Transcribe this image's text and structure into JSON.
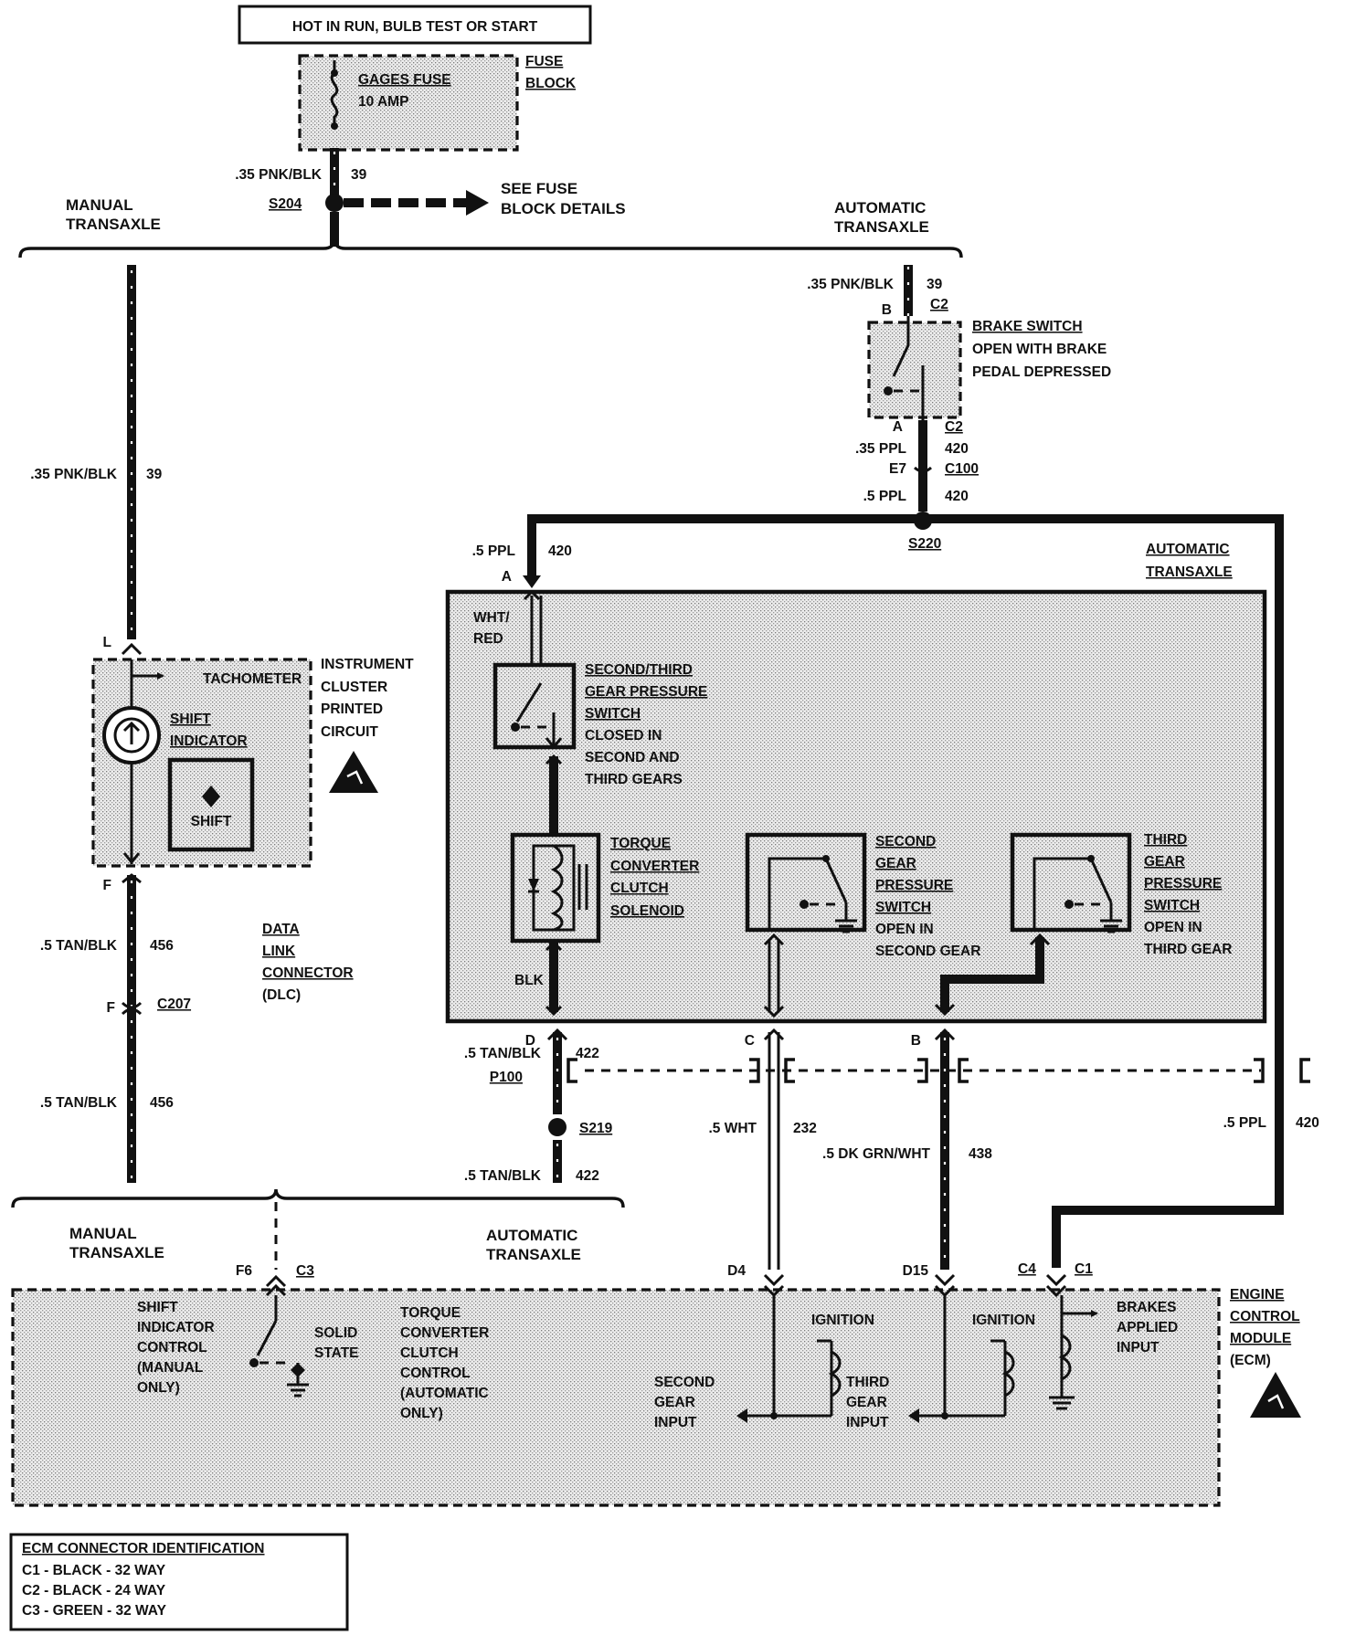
{
  "power": {
    "header": "HOT IN RUN, BULB TEST OR START",
    "fuse_name": "GAGES FUSE",
    "fuse_rating": "10 AMP",
    "fuse_block_line1": "FUSE",
    "fuse_block_line2": "BLOCK",
    "wire_top": ".35 PNK/BLK",
    "wire_top_circuit": "39",
    "splice": "S204",
    "see_details_line1": "SEE FUSE",
    "see_details_line2": "BLOCK DETAILS"
  },
  "branches": {
    "manual_top_1": "MANUAL",
    "manual_top_2": "TRANSAXLE",
    "auto_top_1": "AUTOMATIC",
    "auto_top_2": "TRANSAXLE",
    "manual_bottom_1": "MANUAL",
    "manual_bottom_2": "TRANSAXLE",
    "auto_bottom_1": "AUTOMATIC",
    "auto_bottom_2": "TRANSAXLE"
  },
  "brake": {
    "wire_in": ".35 PNK/BLK",
    "wire_in_circuit": "39",
    "pin_b": "B",
    "conn_b": "C2",
    "title": "BRAKE SWITCH",
    "desc1": "OPEN WITH BRAKE",
    "desc2": "PEDAL DEPRESSED",
    "pin_a": "A",
    "conn_a": "C2",
    "wire_out": ".35 PPL",
    "wire_out_circuit": "420",
    "pin_e7": "E7",
    "conn_c100": "C100",
    "wire_out2": ".5 PPL",
    "wire_out2_circuit": "420",
    "splice": "S220"
  },
  "cluster": {
    "wire_top": ".35 PNK/BLK",
    "wire_top_circuit": "39",
    "pin_l": "L",
    "tachometer": "TACHOMETER",
    "title1": "INSTRUMENT",
    "title2": "CLUSTER",
    "title3": "PRINTED",
    "title4": "CIRCUIT",
    "shift_label1": "SHIFT",
    "shift_label2": "INDICATOR",
    "shift_lamp": "SHIFT",
    "pin_f": "F"
  },
  "dlc": {
    "wire1": ".5 TAN/BLK",
    "wire1_circuit": "456",
    "label1": "DATA",
    "label2": "LINK",
    "label3": "CONNECTOR",
    "label4": "(DLC)",
    "pin_f": "F",
    "conn": "C207",
    "wire2": ".5 TAN/BLK",
    "wire2_circuit": "456"
  },
  "auto_transaxle": {
    "title1": "AUTOMATIC",
    "title2": "TRANSAXLE",
    "wire_in": ".5 PPL",
    "wire_in_circuit": "420",
    "pin_a": "A",
    "wht_red1": "WHT/",
    "wht_red2": "RED",
    "sw23_1": "SECOND/THIRD",
    "sw23_2": "GEAR PRESSURE",
    "sw23_3": "SWITCH",
    "sw23_4": "CLOSED IN",
    "sw23_5": "SECOND AND",
    "sw23_6": "THIRD GEARS",
    "tcc1": "TORQUE",
    "tcc2": "CONVERTER",
    "tcc3": "CLUTCH",
    "tcc4": "SOLENOID",
    "blk": "BLK",
    "sw2_1": "SECOND",
    "sw2_2": "GEAR",
    "sw2_3": "PRESSURE",
    "sw2_4": "SWITCH",
    "sw2_5": "OPEN IN",
    "sw2_6": "SECOND GEAR",
    "sw3_1": "THIRD",
    "sw3_2": "GEAR",
    "sw3_3": "PRESSURE",
    "sw3_4": "SWITCH",
    "sw3_5": "OPEN IN",
    "sw3_6": "THIRD GEAR",
    "pin_d": "D",
    "pin_c": "C",
    "pin_b": "B"
  },
  "lower_wires": {
    "tcc_wire": ".5 TAN/BLK",
    "tcc_circuit": "422",
    "p100": "P100",
    "splice": "S219",
    "tcc_wire2": ".5 TAN/BLK",
    "tcc_circuit2": "422",
    "wht": ".5 WHT",
    "wht_circuit": "232",
    "dkgrn": ".5 DK GRN/WHT",
    "dkgrn_circuit": "438",
    "ppl": ".5 PPL",
    "ppl_circuit": "420"
  },
  "ecm": {
    "pin_f6": "F6",
    "conn_c3": "C3",
    "pin_d4": "D4",
    "pin_d15": "D15",
    "conn_c4": "C4",
    "conn_c1": "C1",
    "shift1": "SHIFT",
    "shift2": "INDICATOR",
    "shift3": "CONTROL",
    "shift4": "(MANUAL",
    "shift5": "ONLY)",
    "solid1": "SOLID",
    "solid2": "STATE",
    "tcc1": "TORQUE",
    "tcc2": "CONVERTER",
    "tcc3": "CLUTCH",
    "tcc4": "CONTROL",
    "tcc5": "(AUTOMATIC",
    "tcc6": "ONLY)",
    "ign1": "IGNITION",
    "ign2": "IGNITION",
    "second1": "SECOND",
    "second2": "GEAR",
    "second3": "INPUT",
    "third1": "THIRD",
    "third2": "GEAR",
    "third3": "INPUT",
    "brakes1": "BRAKES",
    "brakes2": "APPLIED",
    "brakes3": "INPUT",
    "title1": "ENGINE",
    "title2": "CONTROL",
    "title3": "MODULE",
    "title4": "(ECM)"
  },
  "legend": {
    "title": "ECM CONNECTOR IDENTIFICATION",
    "c1": "C1 - BLACK - 32 WAY",
    "c2": "C2 - BLACK - 24 WAY",
    "c3": "C3 - GREEN - 32 WAY"
  }
}
